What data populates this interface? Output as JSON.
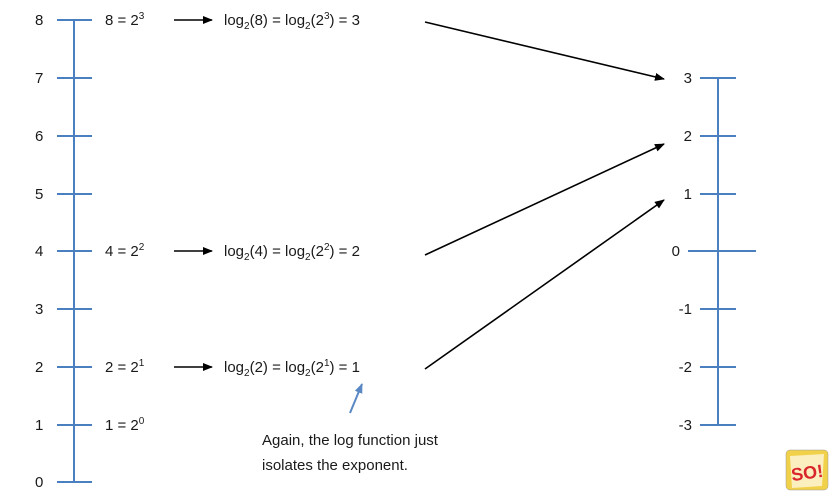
{
  "left_axis": {
    "ticks": [
      "8",
      "7",
      "6",
      "5",
      "4",
      "3",
      "2",
      "1",
      "0"
    ]
  },
  "right_axis": {
    "ticks": [
      "3",
      "2",
      "1",
      "0",
      "-1",
      "-2",
      "-3"
    ]
  },
  "equations": {
    "eq8": {
      "lhs": "8 = 2",
      "exp": "3"
    },
    "eq4": {
      "lhs": "4 = 2",
      "exp": "2"
    },
    "eq2": {
      "lhs": "2 = 2",
      "exp": "1"
    },
    "eq1": {
      "lhs": "1 = 2",
      "exp": "0"
    }
  },
  "logs": {
    "log8": {
      "a": "log",
      "base": "2",
      "b": "(8) = log",
      "c": "(2",
      "exp": "3",
      "d": ") = 3"
    },
    "log4": {
      "a": "log",
      "base": "2",
      "b": "(4) = log",
      "c": "(2",
      "exp": "2",
      "d": ") = 2"
    },
    "log2": {
      "a": "log",
      "base": "2",
      "b": "(2) = log",
      "c": "(2",
      "exp": "1",
      "d": ") = 1"
    }
  },
  "note": {
    "line1": "Again, the log function just",
    "line2": "isolates the exponent."
  },
  "logo": {
    "text": "SO!",
    "brand_red": "#d9262b",
    "brand_yellow": "#f2d14a"
  },
  "colors": {
    "axis": "#4a7fc0",
    "arrow": "#000000",
    "note_arrow": "#5a88c4"
  }
}
